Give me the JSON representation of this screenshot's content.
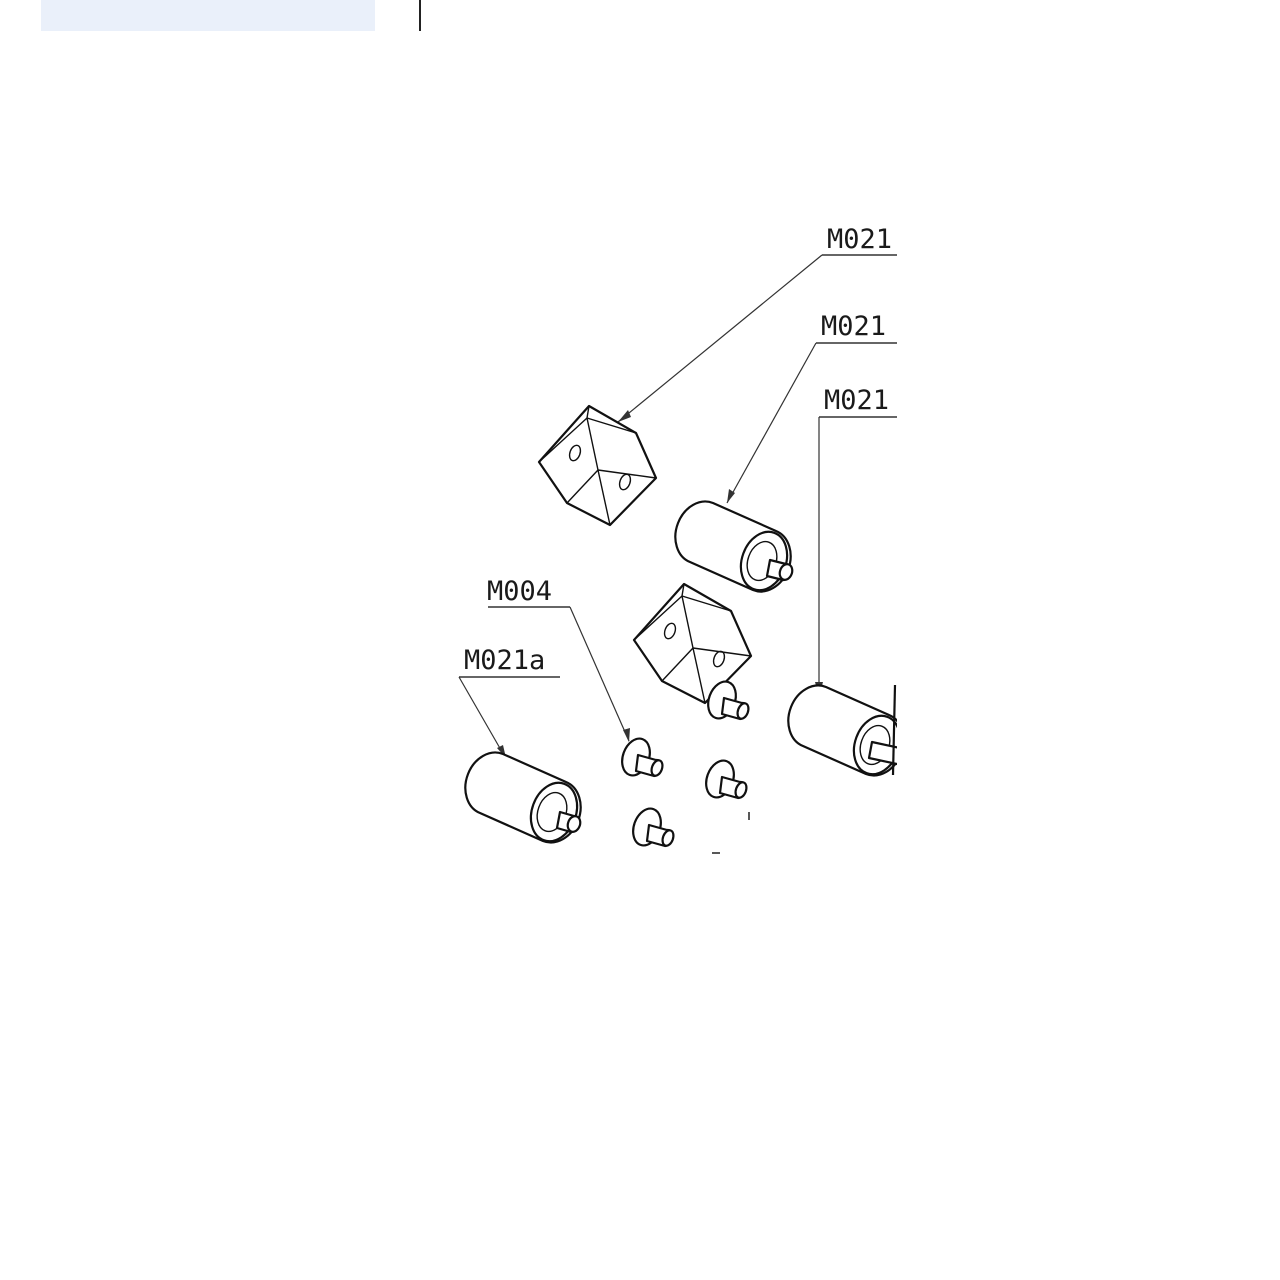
{
  "diagram": {
    "callouts": [
      {
        "id": "c1",
        "label": "M021"
      },
      {
        "id": "c2",
        "label": "M021"
      },
      {
        "id": "c3",
        "label": "M021"
      },
      {
        "id": "c4",
        "label": "M004"
      },
      {
        "id": "c5",
        "label": "M021a"
      }
    ]
  },
  "colors": {
    "panel": "#eaf0fa",
    "line": "#111111",
    "background": "#ffffff"
  }
}
